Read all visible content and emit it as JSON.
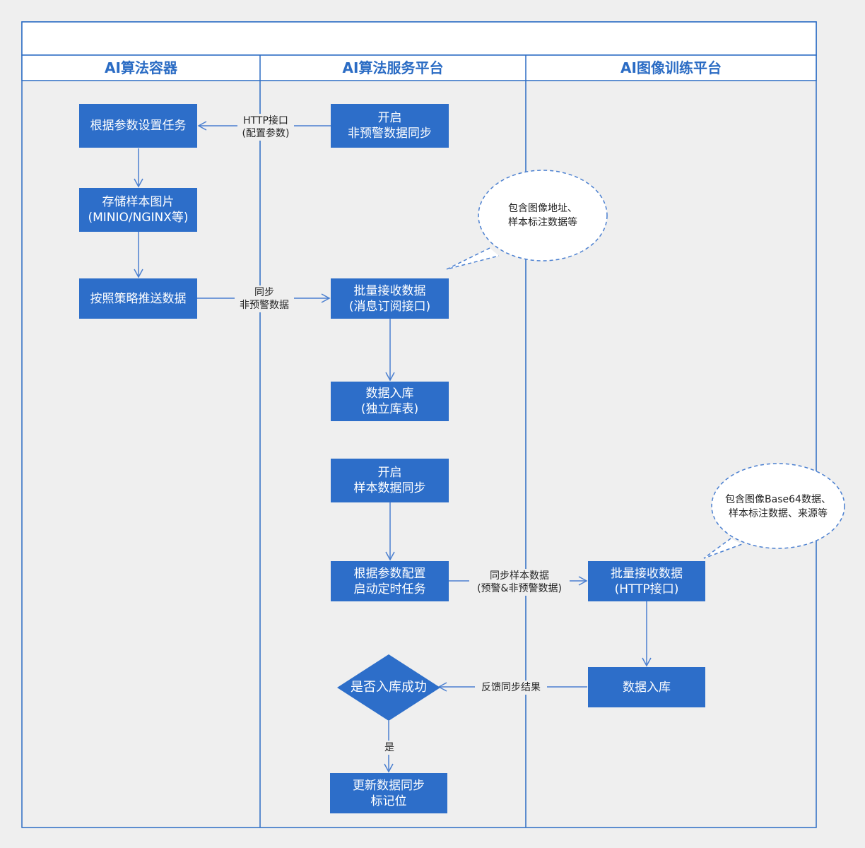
{
  "colors": {
    "accent": "#2d6ec9",
    "lane_border": "#2b6cc4",
    "background": "#efefef"
  },
  "lanes": [
    {
      "title": "AI算法容器"
    },
    {
      "title": "AI算法服务平台"
    },
    {
      "title": "AI图像训练平台"
    }
  ],
  "nodes": {
    "set_task": [
      "根据参数设置任务"
    ],
    "store_images": [
      "存储样本图片",
      "(MINIO/NGINX等)"
    ],
    "push_data": [
      "按照策略推送数据"
    ],
    "start_nonalert_sync": [
      "开启",
      "非预警数据同步"
    ],
    "batch_receive_msg": [
      "批量接收数据",
      "(消息订阅接口)"
    ],
    "data_store_independent": [
      "数据入库",
      "(独立库表)"
    ],
    "start_sample_sync": [
      "开启",
      "样本数据同步"
    ],
    "start_timer_task": [
      "根据参数配置",
      "启动定时任务"
    ],
    "batch_receive_http": [
      "批量接收数据",
      "(HTTP接口)"
    ],
    "data_store": [
      "数据入库"
    ],
    "decision_stored": [
      "是否入库成功"
    ],
    "update_sync_flag": [
      "更新数据同步",
      "标记位"
    ]
  },
  "edge_labels": {
    "http_config": [
      "HTTP接口",
      "(配置参数)"
    ],
    "sync_nonalert": [
      "同步",
      "非预警数据"
    ],
    "sync_samples": [
      "同步样本数据",
      "(预警&非预警数据)"
    ],
    "feedback": [
      "反馈同步结果"
    ],
    "yes": [
      "是"
    ]
  },
  "callouts": {
    "image_address": [
      "包含图像地址、",
      "样本标注数据等"
    ],
    "image_base64": [
      "包含图像Base64数据、",
      "样本标注数据、来源等"
    ]
  }
}
